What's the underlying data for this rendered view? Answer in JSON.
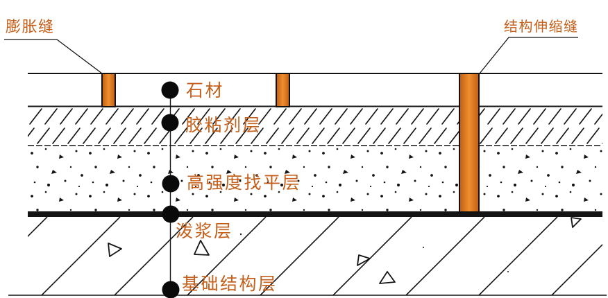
{
  "diagram": {
    "type": "floor-construction-cross-section",
    "callouts": {
      "expansion_joint": "膨胀缝",
      "structural_expansion_joint": "结构伸缩缝"
    },
    "layers": [
      {
        "key": "stone",
        "label": "石材"
      },
      {
        "key": "adhesive",
        "label": "胶粘剂层"
      },
      {
        "key": "leveling",
        "label": "高强度找平层"
      },
      {
        "key": "slurry",
        "label": "泼浆层"
      },
      {
        "key": "foundation",
        "label": "基础结构层"
      }
    ],
    "colors": {
      "label_text": "#c4601c",
      "joint_edge": "#c05d10",
      "joint_center": "#ef8f30",
      "line_black": "#141414",
      "background": "#ffffff"
    }
  }
}
